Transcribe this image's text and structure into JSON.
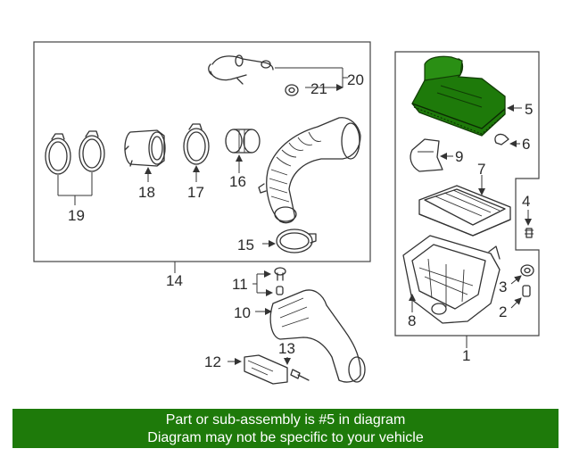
{
  "callouts": {
    "c1": "1",
    "c2": "2",
    "c3": "3",
    "c4": "4",
    "c5": "5",
    "c6": "6",
    "c7": "7",
    "c8": "8",
    "c9": "9",
    "c10": "10",
    "c11": "11",
    "c12": "12",
    "c13": "13",
    "c14": "14",
    "c15": "15",
    "c16": "16",
    "c17": "17",
    "c18": "18",
    "c19": "19",
    "c20": "20",
    "c21": "21"
  },
  "highlight": {
    "part": "5",
    "color": "#1e7a0a"
  },
  "banner": {
    "line1": "Part or sub-assembly is #5 in diagram",
    "line2": "Diagram may not be specific to your vehicle",
    "background": "#1e7a0a"
  }
}
